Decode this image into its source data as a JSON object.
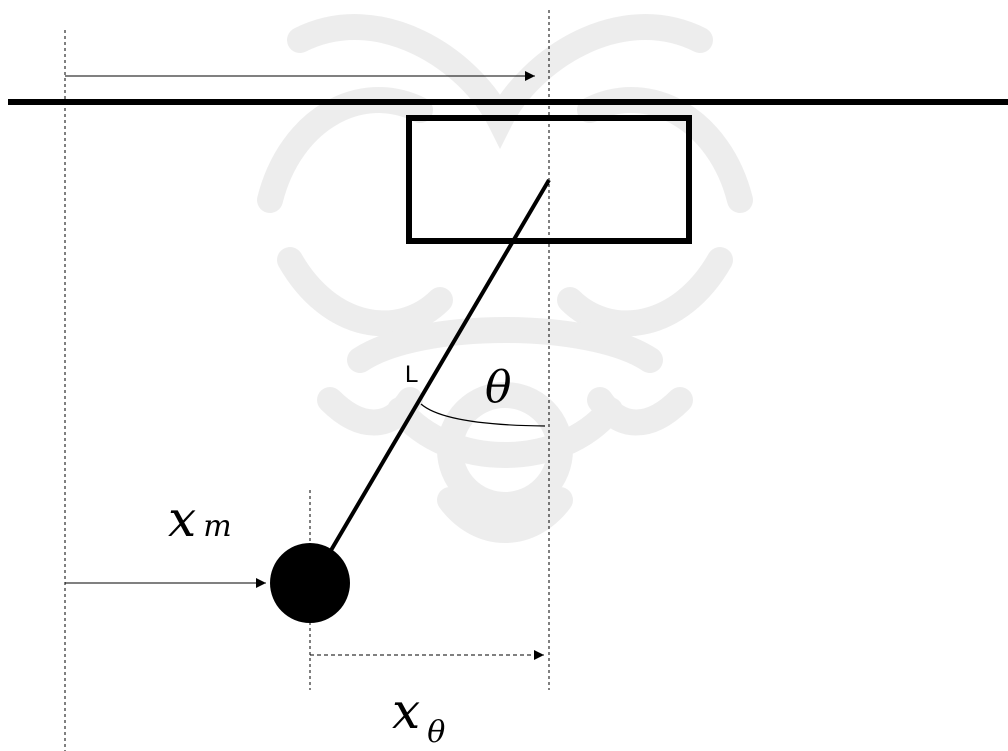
{
  "labels": {
    "length": "L",
    "angle": "θ",
    "mass_position_base": "x",
    "mass_position_subscript": "m",
    "offset_base": "x",
    "offset_subscript": "θ"
  },
  "colors": {
    "ink": "#000000",
    "watermark": "#e9e9e9"
  }
}
